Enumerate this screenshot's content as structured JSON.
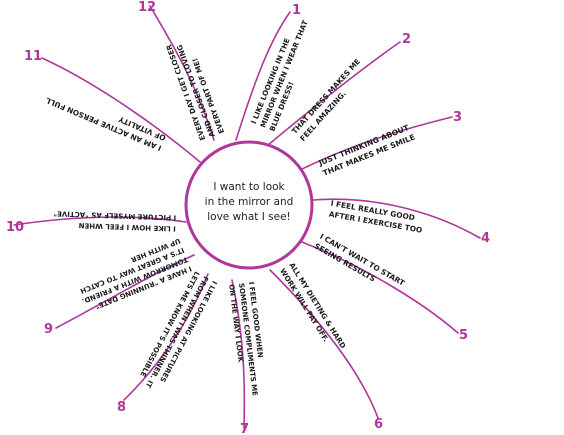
{
  "center": {
    "lines": [
      "I want to look",
      "in the mirror and",
      "love what I see!"
    ]
  },
  "colors": {
    "ink": "#1a1a1a",
    "accent": "#b0369a"
  },
  "rays": [
    {
      "number": "1",
      "lines": [
        "I LIKE LOOKING IN THE",
        "MIRROR WHEN I WEAR THAT",
        "BLUE DRESS!"
      ]
    },
    {
      "number": "2",
      "lines": [
        "THAT DRESS MAKES ME",
        "FEEL AMAZING."
      ]
    },
    {
      "number": "3",
      "lines": [
        "JUST THINKING ABOUT",
        "THAT MAKES ME SMILE"
      ]
    },
    {
      "number": "4",
      "lines": [
        "I FEEL REALLY GOOD",
        "AFTER I EXERCISE TOO"
      ]
    },
    {
      "number": "5",
      "lines": [
        "I CAN'T WAIT TO START",
        "SEEING RESULTS"
      ]
    },
    {
      "number": "6",
      "lines": [
        "ALL MY DIETING & HARD",
        "WORK WILL PAY OFF."
      ]
    },
    {
      "number": "7",
      "lines": [
        "I FEEL GOOD WHEN",
        "SOMEONE COMPLIMENTS ME",
        "ON THE WAY I LOOK"
      ]
    },
    {
      "number": "8",
      "lines": [
        "I LIKE LOOKING AT PICTURES",
        "FROM WHEN I WAS THINNER. IT",
        "LETS ME KNOW IT'S POSSIBLE"
      ]
    },
    {
      "number": "9",
      "lines": [
        "I HAVE A \"RUNNING DATE\"",
        "TOMORROW WITH A FRIEND.",
        "IT'S A GREAT WAY TO CATCH",
        "UP WITH HER"
      ]
    },
    {
      "number": "10",
      "lines": [
        "I LIKE HOW I FEEL WHEN",
        "I PICTURE MYSELF AS \"ACTIVE\""
      ]
    },
    {
      "number": "11",
      "lines": [
        "I AM AN ACTIVE PERSON FULL",
        "OF VITALITY"
      ]
    },
    {
      "number": "12",
      "lines": [
        "EVERY DAY I GET CLOSER",
        "AND CLOSER TO LOVING",
        "EVERY PART OF ME!"
      ]
    }
  ]
}
